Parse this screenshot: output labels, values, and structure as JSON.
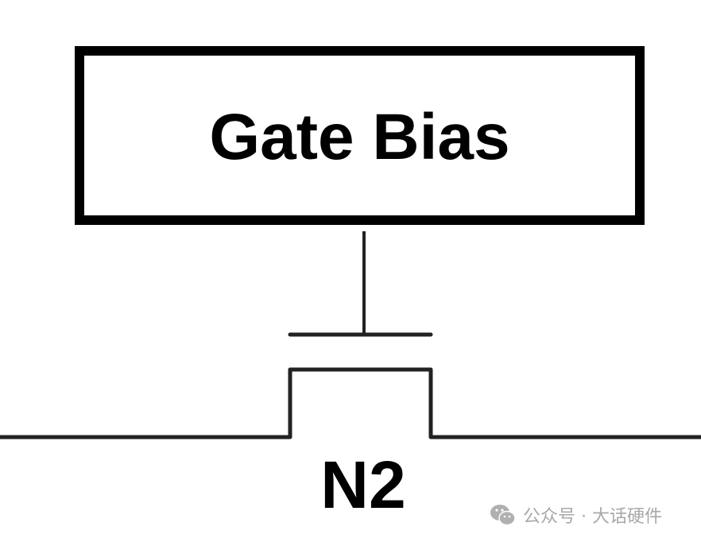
{
  "gate_bias_label": "Gate Bias",
  "transistor_label": "N2",
  "watermark": "公众号 · 大话硬件"
}
